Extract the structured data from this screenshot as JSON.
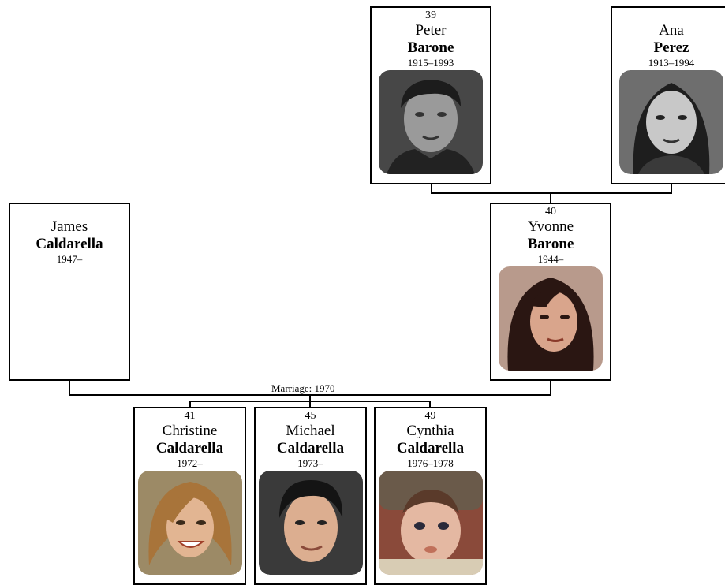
{
  "people": {
    "peter": {
      "id": "39",
      "given": "Peter",
      "surname": "Barone",
      "dates": "1915–1993"
    },
    "ana": {
      "id": "",
      "given": "Ana",
      "surname": "Perez",
      "dates": "1913–1994"
    },
    "james": {
      "id": "",
      "given": "James",
      "surname": "Caldarella",
      "dates": "1947–"
    },
    "yvonne": {
      "id": "40",
      "given": "Yvonne",
      "surname": "Barone",
      "dates": "1944–"
    },
    "christine": {
      "id": "41",
      "given": "Christine",
      "surname": "Caldarella",
      "dates": "1972–"
    },
    "michael": {
      "id": "45",
      "given": "Michael",
      "surname": "Caldarella",
      "dates": "1973–"
    },
    "cynthia": {
      "id": "49",
      "given": "Cynthia",
      "surname": "Caldarella",
      "dates": "1976–1978"
    }
  },
  "marriage_label": "Marriage: 1970",
  "colors": {
    "border": "#000000",
    "line": "#000000",
    "background": "#ffffff"
  }
}
